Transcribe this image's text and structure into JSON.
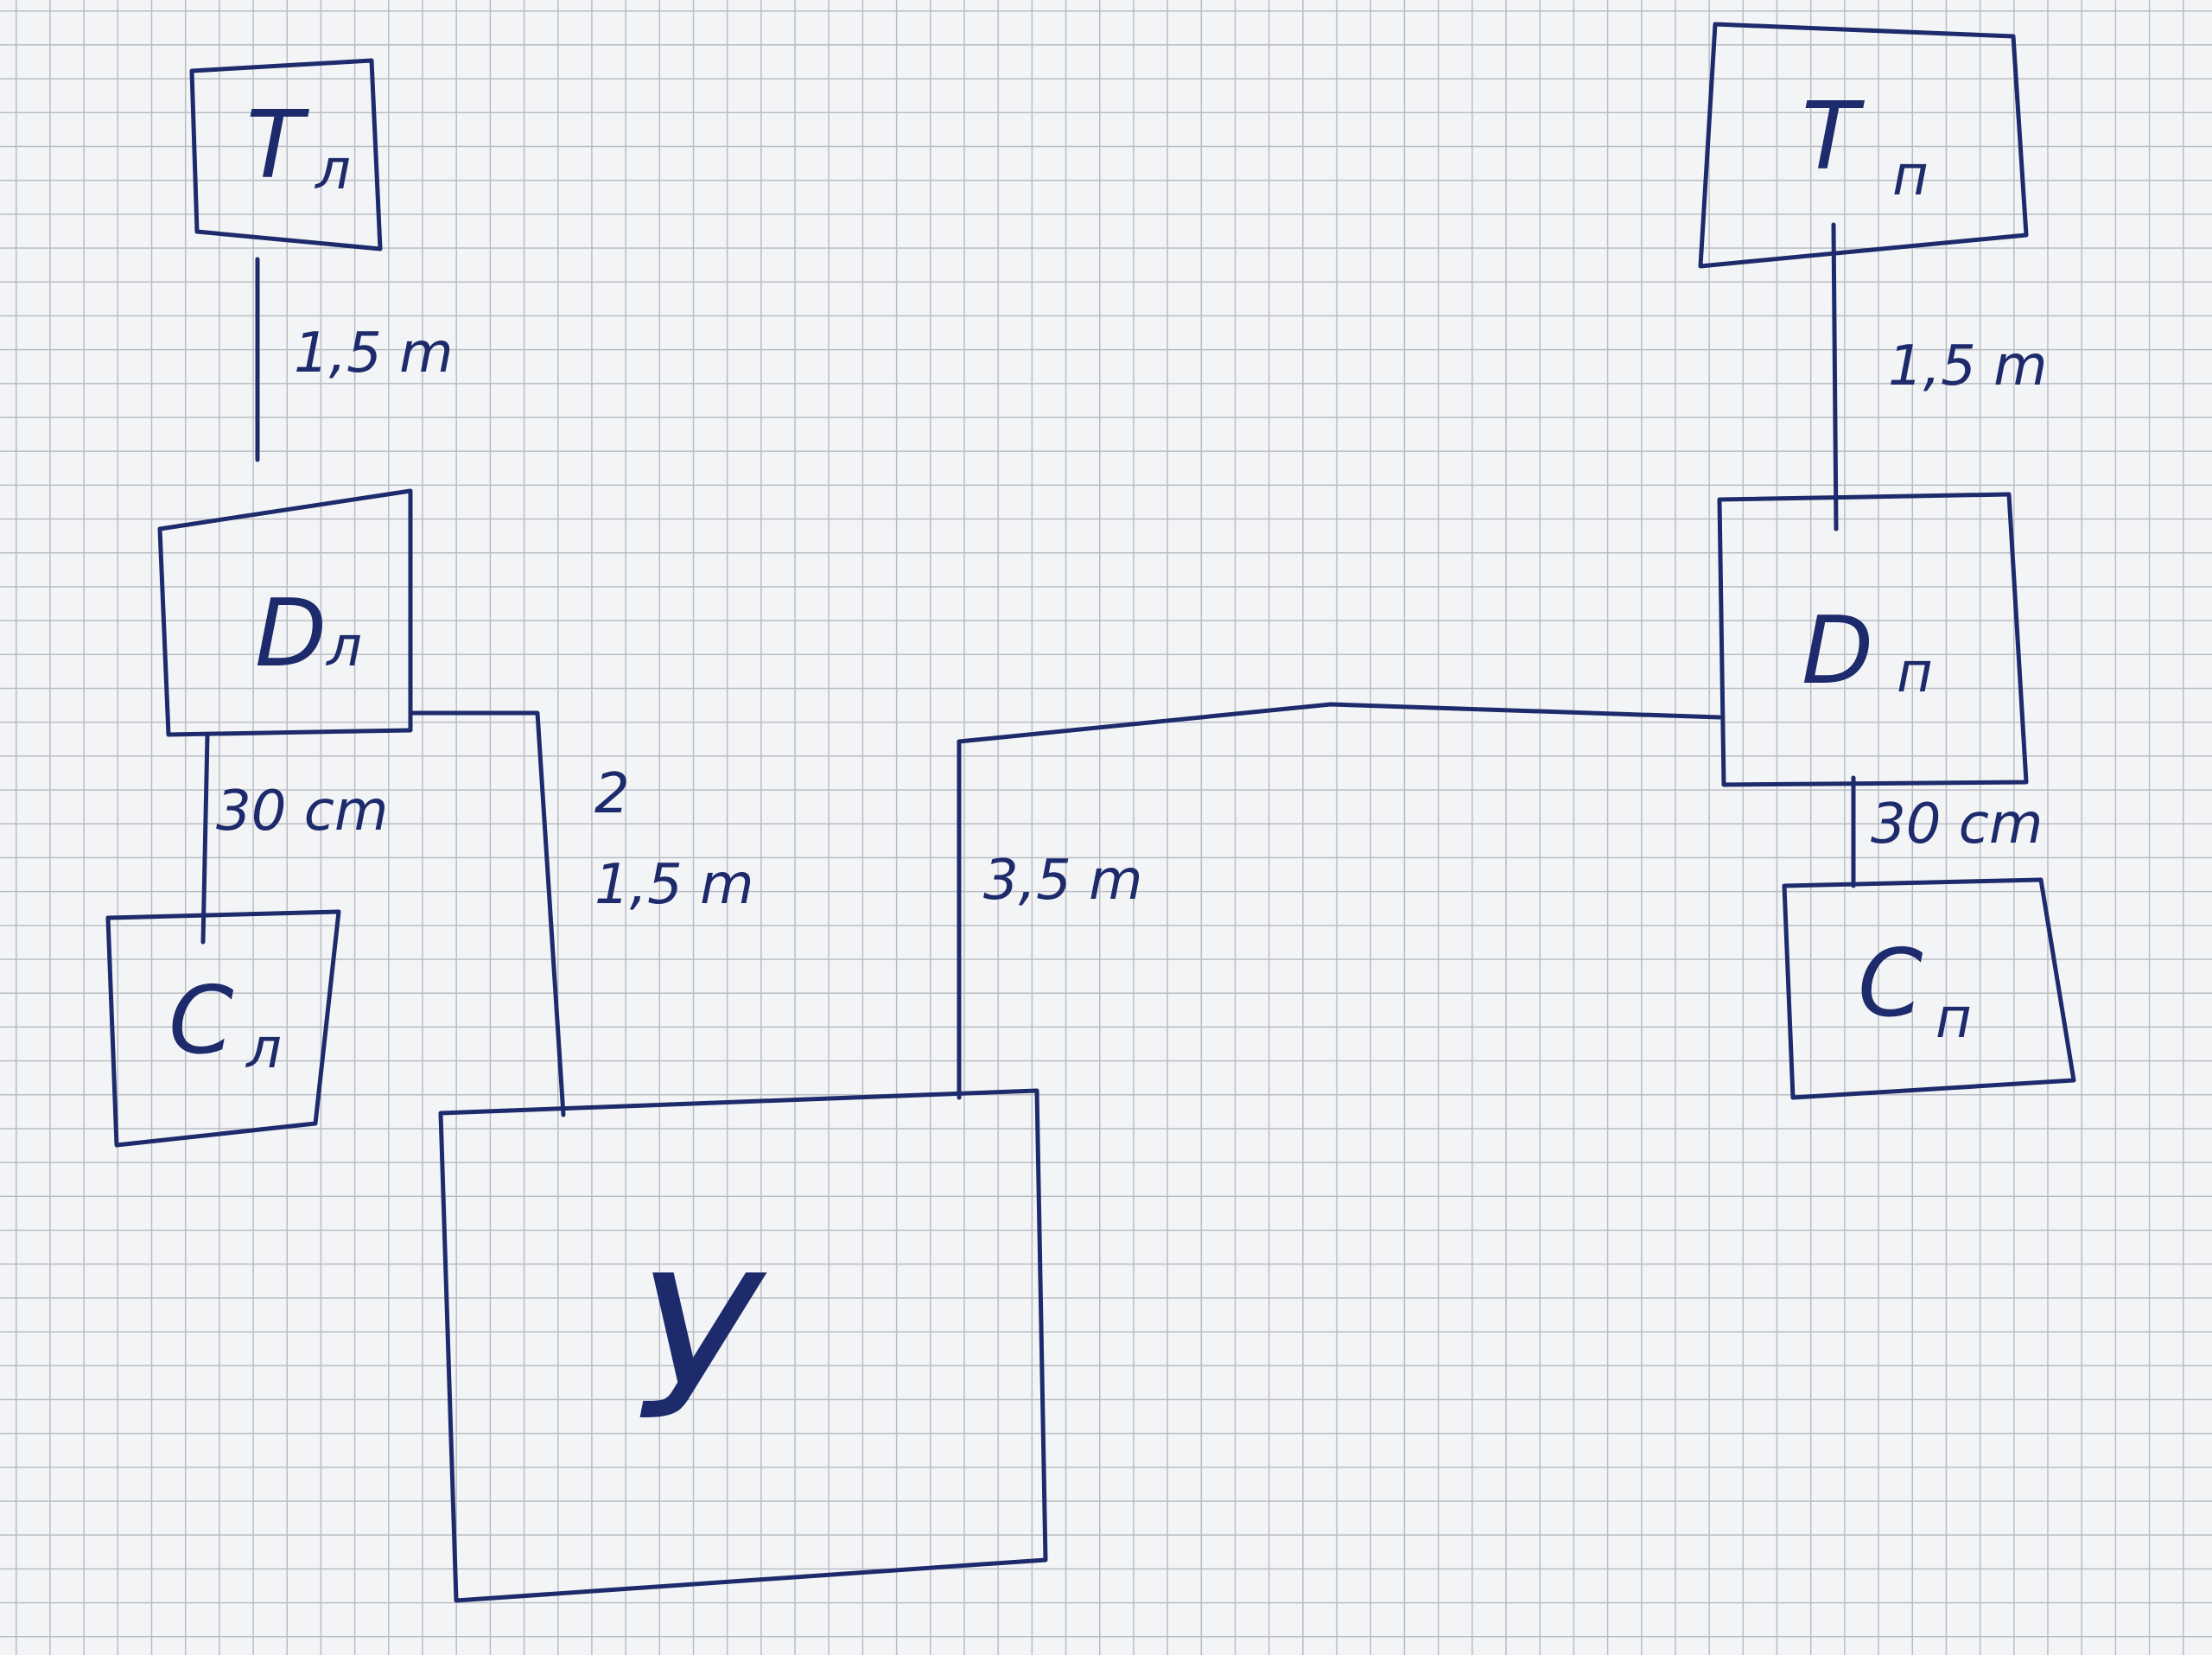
{
  "nodes": {
    "t_left": {
      "main": "T",
      "sub": "л"
    },
    "d_left": {
      "main": "D",
      "sub": "л"
    },
    "c_left": {
      "main": "C",
      "sub": "л"
    },
    "t_right": {
      "main": "T",
      "sub": "п"
    },
    "d_right": {
      "main": "D",
      "sub": "п"
    },
    "c_right": {
      "main": "C",
      "sub": "п"
    },
    "y_main": {
      "main": "У"
    }
  },
  "dimensions": {
    "t_d_left": "1,5 m",
    "d_c_left": "30 cm",
    "d_y_left_index": "2",
    "d_y_left": "1,5 m",
    "y_d_right": "3,5 m",
    "t_d_right": "1,5 m",
    "d_c_right": "30 cm"
  },
  "colors": {
    "ink": "#1d2a6b",
    "paper": "#f3f4f6",
    "grid": "#b9bcc4"
  }
}
